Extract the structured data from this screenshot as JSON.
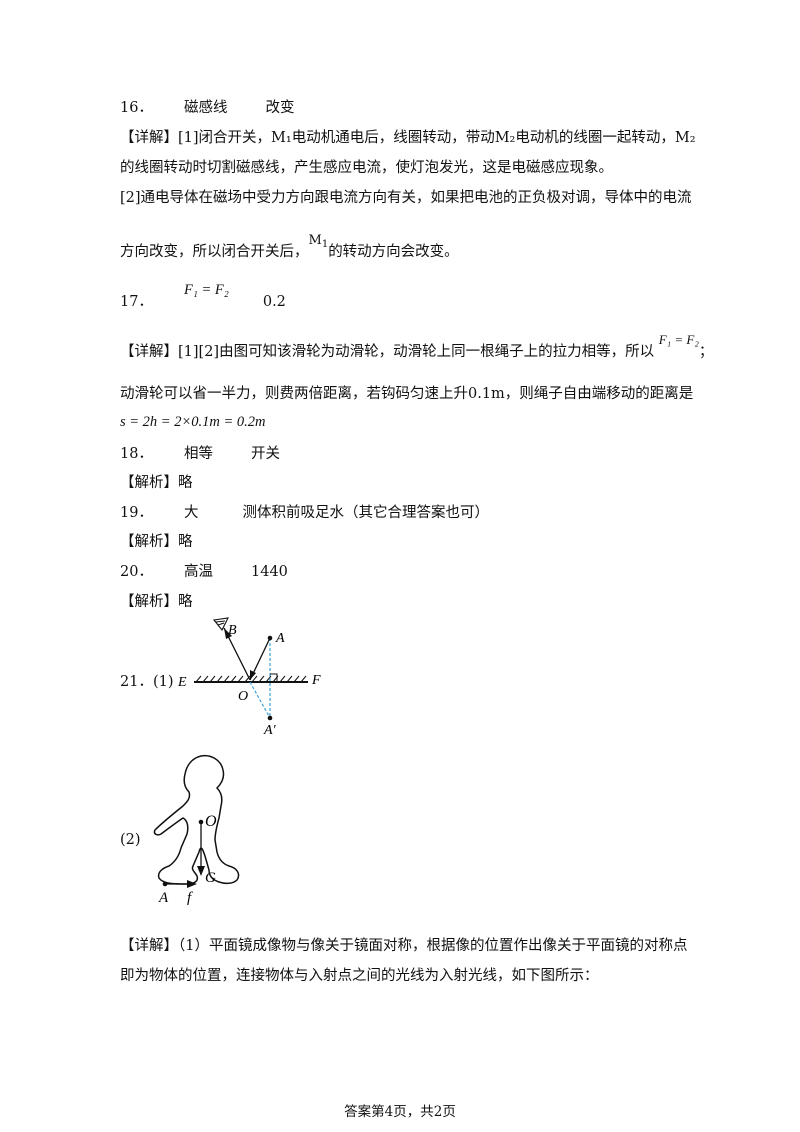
{
  "q16": {
    "number": "16．",
    "answers": [
      "磁感线",
      "改变"
    ],
    "detail_tag": "【详解】",
    "lines": [
      "[1]闭合开关，M₁电动机通电后，线圈转动，带动M₂电动机的线圈一起转动，M₂",
      "的线圈转动时切割磁感线，产生感应电流，使灯泡发光，这是电磁感应现象。",
      "[2]通电导体在磁场中受力方向跟电流方向有关，如果把电池的正负极对调，导体中的电流",
      "方向改变，所以闭合开关后，",
      "的转动方向会改变。"
    ],
    "m1_label": "M",
    "m1_sub": "1"
  },
  "q17": {
    "number": "17．",
    "formula": "F₁ = F₂",
    "answer2": "0.2",
    "detail_tag": "【详解】",
    "line1": "[1][2]由图可知该滑轮为动滑轮，动滑轮上同一根绳子上的拉力相等，所以",
    "line2": "动滑轮可以省一半力，则费两倍距离，若钩码匀速上升0.1m，则绳子自由端移动的距离是",
    "line3": "s = 2h = 2×0.1m = 0.2m"
  },
  "q18": {
    "number": "18．",
    "answers": [
      "相等",
      "开关"
    ],
    "tag": "【解析】",
    "text": "略"
  },
  "q19": {
    "number": "19．",
    "answers": [
      "大",
      "测体积前吸足水（其它合理答案也可）"
    ],
    "tag": "【解析】",
    "text": "略"
  },
  "q20": {
    "number": "20．",
    "answers": [
      "高温",
      "1440"
    ],
    "tag": "【解析】",
    "text": "略"
  },
  "q21": {
    "label1": "21．(1)",
    "label2": "(2)",
    "fig1": {
      "B": "B",
      "A": "A",
      "E": "E",
      "F": "F",
      "O": "O",
      "Aprime": "A′"
    },
    "fig2": {
      "O": "O",
      "G": "G",
      "A": "A",
      "f": "f"
    },
    "detail_tag": "【详解】",
    "line1": "（1）平面镜成像物与像关于镜面对称，根据像的位置作出像关于平面镜的对称点",
    "line2": "即为物体的位置，连接物体与入射点之间的光线为入射光线，如下图所示："
  },
  "footer": "答案第4页，共2页"
}
